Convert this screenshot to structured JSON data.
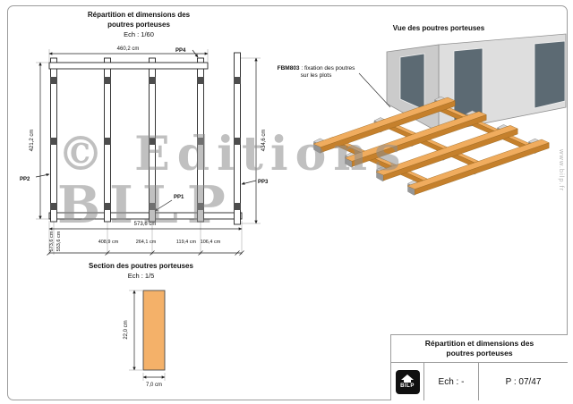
{
  "watermark": {
    "line1": "© Editions",
    "line2": "BILP",
    "side_url": "www.bilp.fr"
  },
  "plan": {
    "title_line1": "Répartition et dimensions des",
    "title_line2": "poutres porteuses",
    "scale": "Ech : 1/60",
    "pp1": "PP1",
    "pp2": "PP2",
    "pp3": "PP3",
    "pp4": "PP4",
    "dims": {
      "top": "460,2 cm",
      "left": "421,2 cm",
      "right": "434,6 cm",
      "total": "573,6 cm",
      "chain_rot1": "573,6 cm",
      "chain_rot2": "553,6 cm",
      "chain1": "408,9 cm",
      "chain2": "264,1 cm",
      "chain3": "119,4 cm",
      "chain4": "106,4 cm"
    }
  },
  "view3d": {
    "title": "Vue des poutres porteuses",
    "callout_code": "FBM803",
    "callout_rest": " : fixation des poutres",
    "callout_line2": "sur les plots"
  },
  "section": {
    "title": "Section des poutres porteuses",
    "scale": "Ech : 1/5",
    "height_dim": "22,0 cm",
    "width_dim": "7,0 cm"
  },
  "titleblock": {
    "title_line1": "Répartition et dimensions des",
    "title_line2": "poutres porteuses",
    "logo_text": "BILP",
    "scale_value": "Ech : -",
    "page_value": "P : 07/47"
  },
  "colors": {
    "wood_top": "#f0ac5e",
    "wood_side": "#c5802c",
    "section_wood": "#f4b169",
    "plot_gray": "#c9c9c9",
    "wall_light": "#dedede",
    "wall_dark": "#cbcbcb",
    "window": "#5c6a73"
  }
}
